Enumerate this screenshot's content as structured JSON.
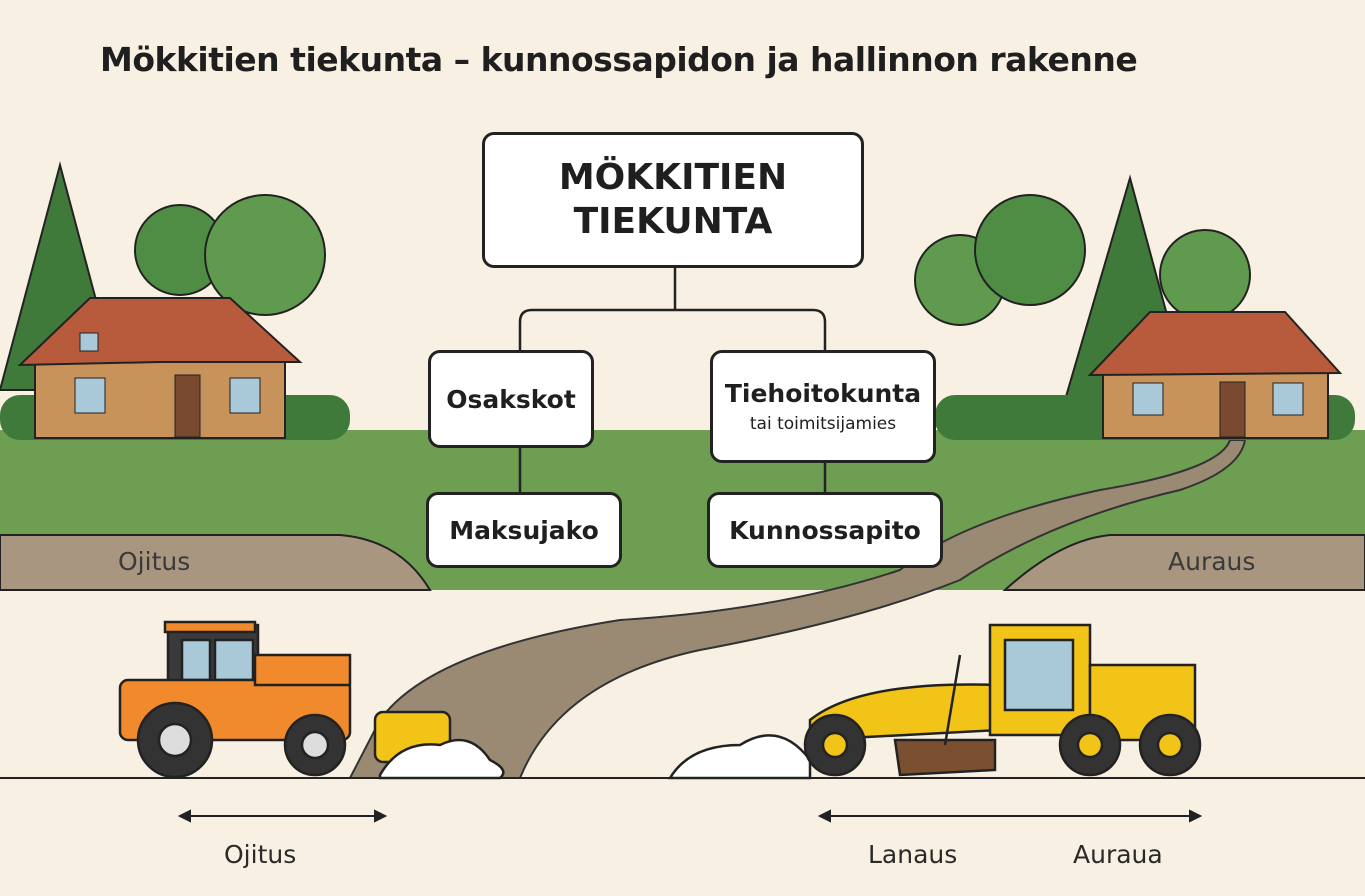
{
  "title": "Mökkitien tiekunta – kunnossapidon ja hallinnon rakenne",
  "org": {
    "root": {
      "line1": "MÖKKITIEN",
      "line2": "TIEKUNTA"
    },
    "left": {
      "label": "Osakskot",
      "child": "Maksujako"
    },
    "right": {
      "label": "Tiehoitokunta",
      "sublabel": "tai toimitsijamies",
      "child": "Kunnossapito"
    }
  },
  "ground_labels": {
    "left": "Ojitus",
    "right": "Auraus"
  },
  "bottom_labels": {
    "left": "Ojitus",
    "right_a": "Lanaus",
    "right_b": "Auraua"
  },
  "colors": {
    "background": "#f8f0e2",
    "grass": "#6e9e52",
    "road": "#9a8a74",
    "tractor": "#f08a2c",
    "grader": "#f2c418",
    "house": "#c8935a",
    "roof": "#b85a3c"
  }
}
